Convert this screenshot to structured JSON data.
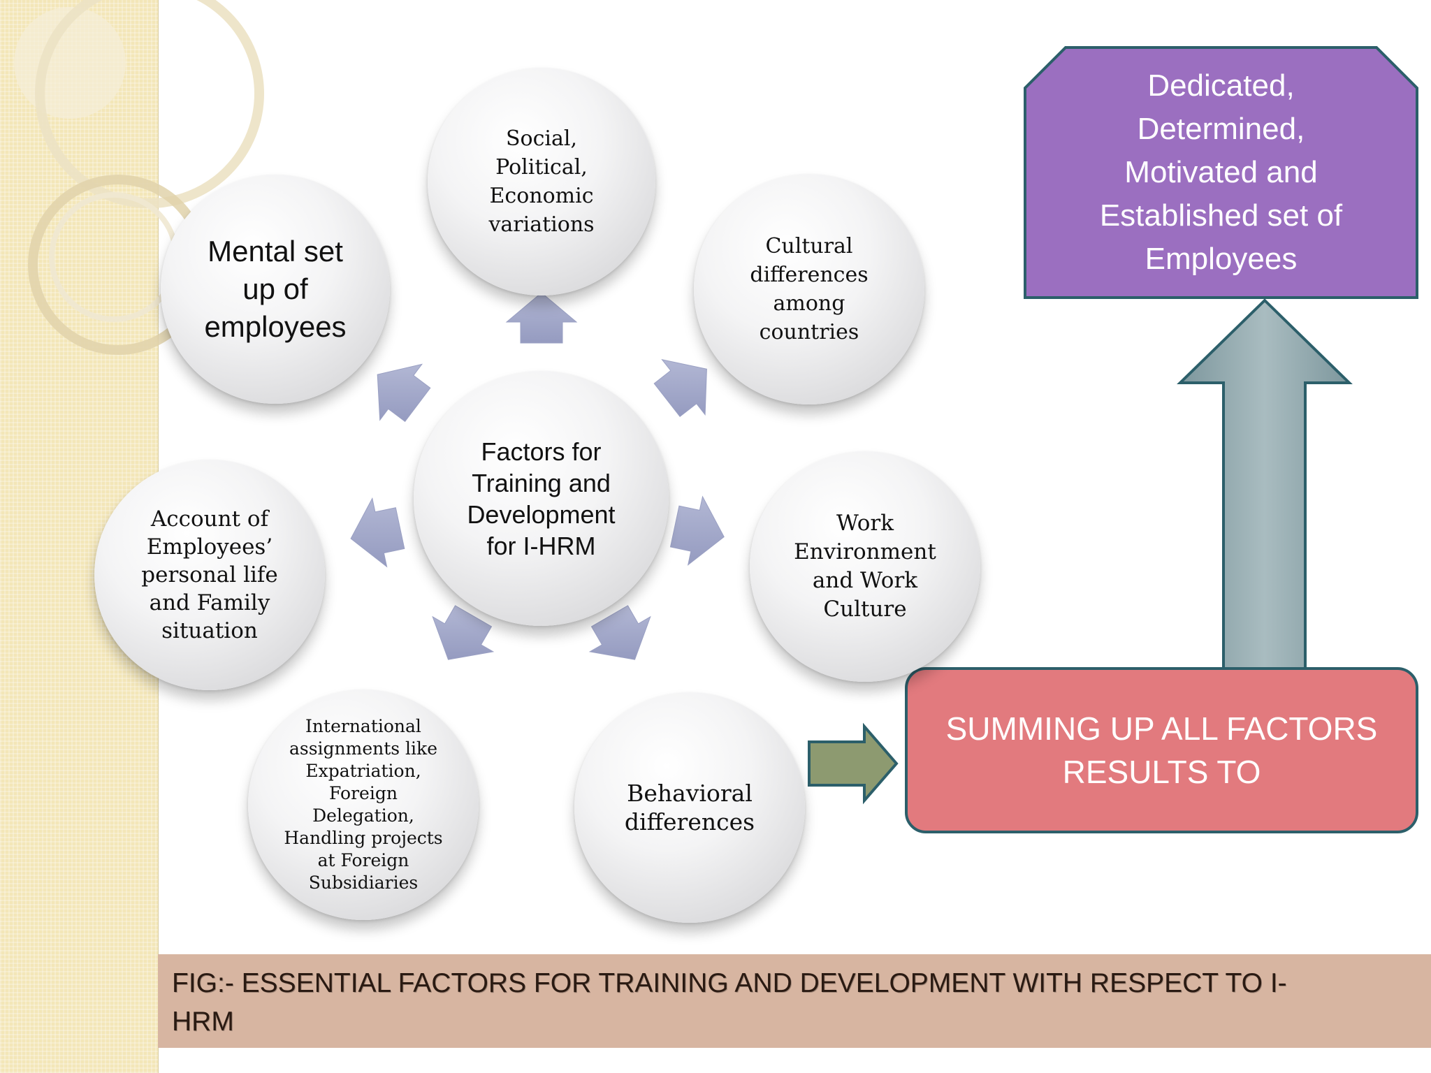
{
  "center": {
    "text": "Factors for\nTraining and\nDevelopment\nfor I-HRM"
  },
  "factors": [
    {
      "id": "social",
      "text": "Social,\nPolitical,\nEconomic\nvariations"
    },
    {
      "id": "cultural",
      "text": "Cultural\ndifferences\namong\ncountries"
    },
    {
      "id": "work",
      "text": "Work\nEnvironment\nand Work\nCulture"
    },
    {
      "id": "behavioral",
      "text": "Behavioral\ndifferences"
    },
    {
      "id": "international",
      "text": "International\nassignments like\nExpatriation,\nForeign\nDelegation,\nHandling projects\nat Foreign\nSubsidiaries"
    },
    {
      "id": "account",
      "text": "Account of\nEmployees’\npersonal life\nand Family\nsituation"
    },
    {
      "id": "mental",
      "text": "Mental set\nup of\nemployees"
    }
  ],
  "summary_box": {
    "text": "SUMMING UP ALL FACTORS\nRESULTS TO"
  },
  "result_box": {
    "text": "Dedicated,\nDetermined,\nMotivated and\nEstablished set of\nEmployees"
  },
  "caption": {
    "text": "FIG:- ESSENTIAL FACTORS FOR TRAINING AND DEVELOPMENT WITH RESPECT TO I-\nHRM"
  },
  "colors": {
    "result_fill": "#9b6fc0",
    "summary_fill": "#e27a7e",
    "outline": "#2c5f6a",
    "up_arrow_fill": "#8ea8ad",
    "small_arrow_fill": "#8d9a70",
    "radial_arrow_fill": "#a5abcb",
    "caption_band": "#d7b5a1"
  }
}
